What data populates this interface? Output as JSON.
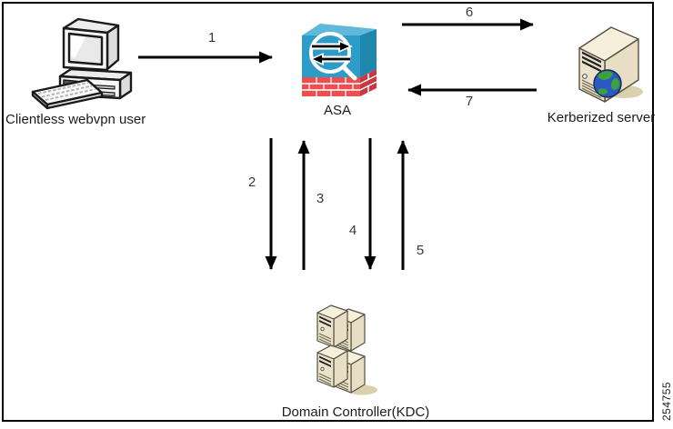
{
  "figure": {
    "number": "254755"
  },
  "nodes": {
    "client": {
      "label": "Clientless webvpn user"
    },
    "asa": {
      "label": "ASA"
    },
    "kerberized_server": {
      "label": "Kerberized server"
    },
    "kdc": {
      "label": "Domain Controller(KDC)"
    }
  },
  "flows": [
    {
      "label": "1"
    },
    {
      "label": "2"
    },
    {
      "label": "3"
    },
    {
      "label": "4"
    },
    {
      "label": "5"
    },
    {
      "label": "6"
    },
    {
      "label": "7"
    }
  ],
  "colors": {
    "asa_front": "#2e9cc8",
    "asa_top": "#5fb9da",
    "asa_side": "#1f86ae",
    "brick_front": "#ef4e4e",
    "brick_side": "#c73940",
    "server_front": "#ebe3c9",
    "server_top": "#f5efdc",
    "server_side": "#e7dec5",
    "globe_water": "#2a58c4",
    "globe_land": "#3aa23a",
    "arrow": "#000000",
    "border": "#000000"
  }
}
